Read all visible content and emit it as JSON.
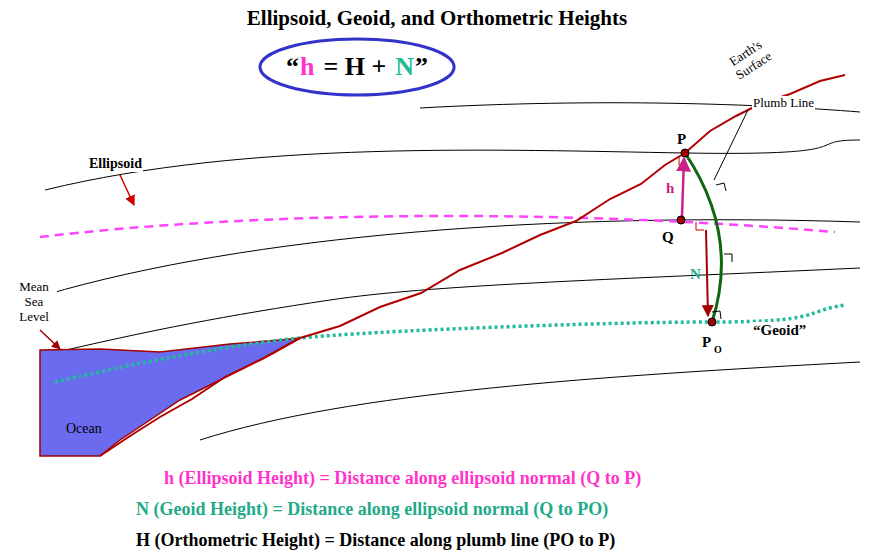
{
  "diagram": {
    "title": "Ellipsoid, Geoid, and Orthometric Heights",
    "nodes": [
      {
        "text": [
          "“",
          "h",
          "= H +",
          "N",
          "”"
        ]
      }
    ],
    "labels": [
      "Ellipsoid",
      "Earth's Surface",
      "P",
      "Plumb Line",
      "h",
      "Q",
      "N",
      "Mean Sea Level",
      "“Geoid”",
      "P",
      "O",
      "Ocean",
      "h (Ellipsoid Height) = Distance along ellipsoid normal (Q to P)",
      "N (Geoid Height) = Distance along ellipsoid normal (Q to PO)",
      "H (Orthometric Height) = Distance along plumb line (PO to P)"
    ]
  }
}
